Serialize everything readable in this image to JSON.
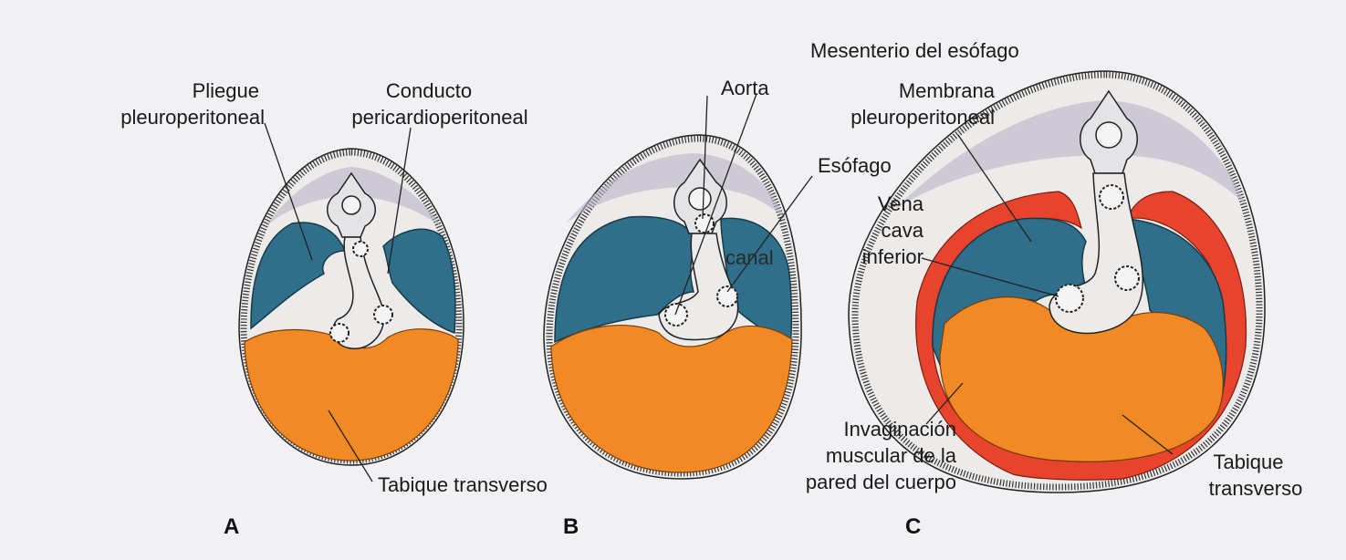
{
  "colors": {
    "blue": "#2f6f8c",
    "orange": "#f18a25",
    "red": "#e8432d",
    "background": "#f1f1f3"
  },
  "panel_a": {
    "letter": "A",
    "labels": {
      "pliegue_1": "Pliegue",
      "pliegue_2": "pleuroperitoneal",
      "conducto_1": "Conducto",
      "conducto_2": "pericardioperitoneal",
      "tabique": "Tabique transverso"
    }
  },
  "panel_b": {
    "letter": "B",
    "labels": {
      "mesenterio": "Mesenterio del esófago",
      "aorta": "Aorta",
      "esofago": "Esófago",
      "canal": "canal"
    }
  },
  "panel_c": {
    "letter": "C",
    "labels": {
      "membrana_1": "Membrana",
      "membrana_2": "pleuroperitoneal",
      "vena_1": "Vena",
      "vena_2": "cava",
      "vena_3": "inferior",
      "invag_1": "Invaginación",
      "invag_2": "muscular de la",
      "invag_3": "pared del cuerpo",
      "tabique_1": "Tabique",
      "tabique_2": "transverso"
    }
  }
}
